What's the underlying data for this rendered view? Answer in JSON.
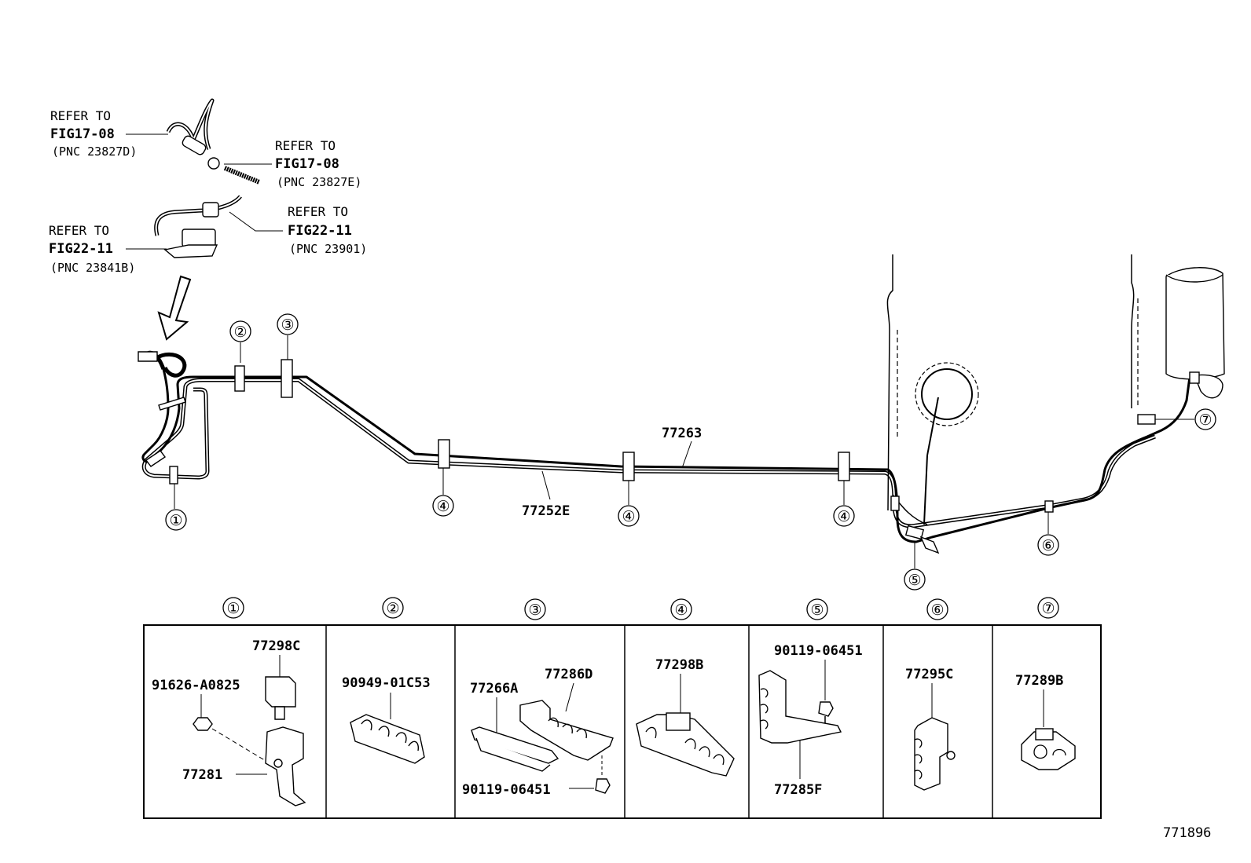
{
  "refs": [
    {
      "line1": "REFER TO",
      "fig": "FIG17-08",
      "pnc": "(PNC 23827D)"
    },
    {
      "line1": "REFER TO",
      "fig": "FIG17-08",
      "pnc": "(PNC 23827E)"
    },
    {
      "line1": "REFER TO",
      "fig": "FIG22-11",
      "pnc": "(PNC 23901)"
    },
    {
      "line1": "REFER TO",
      "fig": "FIG22-11",
      "pnc": "(PNC 23841B)"
    }
  ],
  "pipes": {
    "upper": "77263",
    "lower": "77252E"
  },
  "callouts": [
    "①",
    "②",
    "③",
    "④",
    "⑤",
    "⑥",
    "⑦"
  ],
  "detail_headers": [
    "①",
    "②",
    "③",
    "④",
    "⑤",
    "⑥",
    "⑦"
  ],
  "details": {
    "p1": {
      "a": "77298C",
      "b": "91626-A0825",
      "c": "77281"
    },
    "p2": {
      "a": "90949-01C53"
    },
    "p3": {
      "a": "77266A",
      "b": "77286D",
      "c": "90119-06451"
    },
    "p4": {
      "a": "77298B"
    },
    "p5": {
      "a": "90119-06451",
      "b": "77285F"
    },
    "p6": {
      "a": "77295C"
    },
    "p7": {
      "a": "77289B"
    }
  },
  "figure_id": "771896"
}
